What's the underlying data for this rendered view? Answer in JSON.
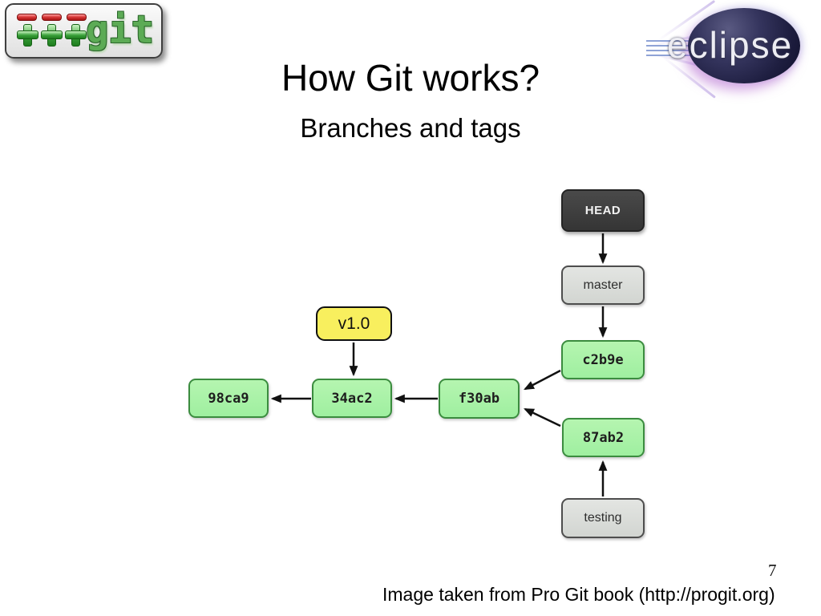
{
  "slide": {
    "title": "How Git works?",
    "subtitle": "Branches and tags",
    "caption": "Image taken from Pro Git book (http://progit.org)",
    "page_number": "7"
  },
  "logos": {
    "git": {
      "label": "git"
    },
    "eclipse": {
      "label": "eclipse"
    }
  },
  "diagram": {
    "nodes": [
      {
        "id": "head",
        "label": "HEAD",
        "kind": "head-pointer"
      },
      {
        "id": "master",
        "label": "master",
        "kind": "branch"
      },
      {
        "id": "c2b9e",
        "label": "c2b9e",
        "kind": "commit"
      },
      {
        "id": "87ab2",
        "label": "87ab2",
        "kind": "commit"
      },
      {
        "id": "testing",
        "label": "testing",
        "kind": "branch"
      },
      {
        "id": "98ca9",
        "label": "98ca9",
        "kind": "commit"
      },
      {
        "id": "34ac2",
        "label": "34ac2",
        "kind": "commit"
      },
      {
        "id": "f30ab",
        "label": "f30ab",
        "kind": "commit"
      },
      {
        "id": "v1.0",
        "label": "v1.0",
        "kind": "tag"
      }
    ],
    "edges": [
      {
        "from": "HEAD",
        "to": "master"
      },
      {
        "from": "master",
        "to": "c2b9e"
      },
      {
        "from": "c2b9e",
        "to": "f30ab"
      },
      {
        "from": "87ab2",
        "to": "f30ab"
      },
      {
        "from": "testing",
        "to": "87ab2"
      },
      {
        "from": "v1.0",
        "to": "34ac2"
      },
      {
        "from": "f30ab",
        "to": "34ac2"
      },
      {
        "from": "34ac2",
        "to": "98ca9"
      }
    ],
    "colors": {
      "commit_fill": "#a2f0a0",
      "commit_border": "#3b8c3f",
      "branch_fill": "#d9d9d9",
      "branch_border": "#4e4e4e",
      "head_fill": "#3d3d3d",
      "tag_fill": "#f8ef5e",
      "arrow": "#111111"
    }
  }
}
